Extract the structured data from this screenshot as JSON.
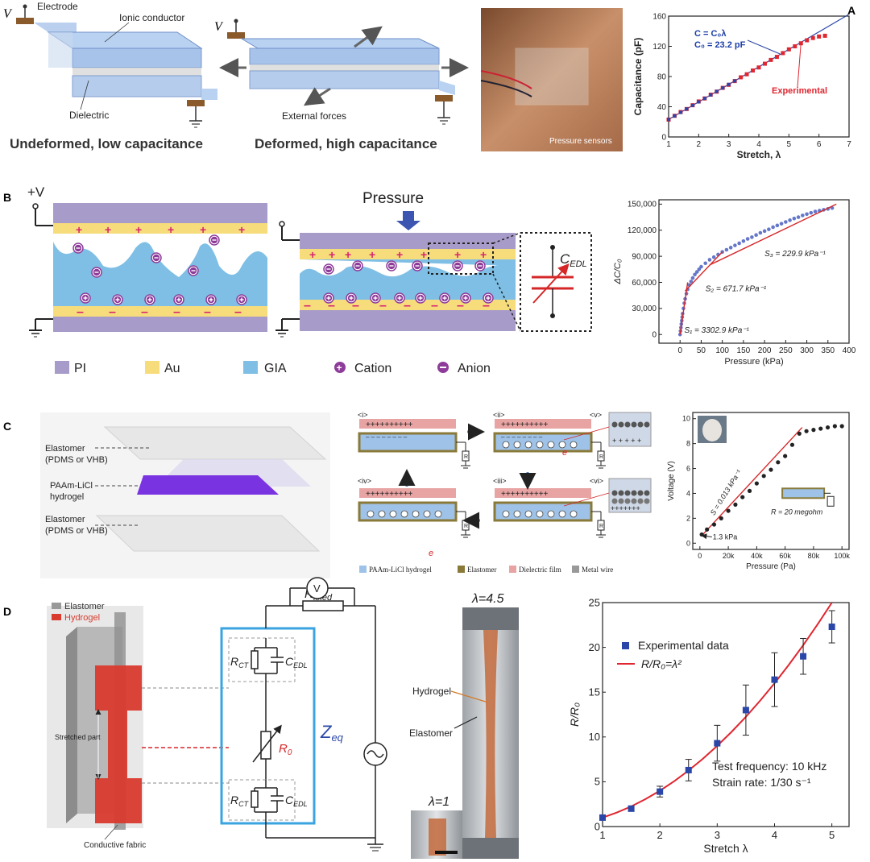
{
  "panels": {
    "A": {
      "letter": "A",
      "electrode_label": "Electrode",
      "ionic_label": "Ionic conductor",
      "dielectric_label": "Dielectric",
      "forces_label": "External forces",
      "v_symbol": "V",
      "caption_undeformed": "Undeformed, low capacitance",
      "caption_deformed": "Deformed, high capacitance",
      "photo_label": "Pressure sensors",
      "formula_line1": "C = C₀λ",
      "formula_line2": "C₀ = 23.2 pF",
      "experimental_label": "Experimental"
    },
    "B": {
      "letter": "B",
      "voltage_label": "+V",
      "pressure_label": "Pressure",
      "cedl_label": "C",
      "cedl_sub": "EDL",
      "legend": [
        "PI",
        "Au",
        "GIA",
        "Cation",
        "Anion"
      ],
      "slope1": "S₁ = 3302.9 kPa⁻¹",
      "slope2": "S₂ = 671.7 kPa⁻¹",
      "slope3": "S₃ = 229.9 kPa⁻¹"
    },
    "C": {
      "letter": "C",
      "layer_top": [
        "Elastomer",
        "(PDMS or VHB)"
      ],
      "layer_mid": [
        "PAAm-LiCl",
        "hydrogel"
      ],
      "layer_bot": [
        "Elastomer",
        "(PDMS or VHB)"
      ],
      "steps": [
        "<i>",
        "<ii>",
        "<iii>",
        "<iv>",
        "<v>",
        "<vi>"
      ],
      "e_label": "e",
      "legend": [
        "PAAm-LiCl hydrogel",
        "Elastomer",
        "Dielectric film",
        "Metal wire"
      ],
      "slope_label": "S = 0.013 kPa⁻¹",
      "knee_label": "1.3 kPa",
      "resistor_label": "R = 20 megohm",
      "r_symbol": "R"
    },
    "D": {
      "letter": "D",
      "legend_elastomer": "Elastomer",
      "legend_hydrogel": "Hydrogel",
      "stretched_label": "Stretched part",
      "fabric_label": "Conductive fabric",
      "v_symbol": "V",
      "r_fixed_main": "R",
      "r_fixed_sub": "fixed",
      "rct_main": "R",
      "rct_sub": "CT",
      "cedl_main": "C",
      "cedl_sub": "EDL",
      "r0_main": "R",
      "r0_sub": "0",
      "zeq_main": "Z",
      "zeq_sub": "eq",
      "photo_lambda1": "λ=1",
      "photo_lambda45": "λ=4.5",
      "photo_hydrogel": "Hydrogel",
      "photo_elastomer": "Elastomer",
      "legend_exp": "Experimental data",
      "legend_fit": "R/R₀=λ²",
      "test_line1": "Test frequency: 10 kHz",
      "test_line2": "Strain rate: 1/30 s⁻¹"
    }
  },
  "colors": {
    "pi": "#a79bc9",
    "au": "#f7dc7c",
    "gia": "#7fbfe5",
    "ion": "#8e3c9a",
    "red": "#d62728",
    "blue_marker": "#2a46a8",
    "purple_gel": "#7a33e0",
    "hydrogel_red": "#d93b2e",
    "cyan_box": "#3aa3e0"
  },
  "chart_data": [
    {
      "id": "A",
      "type": "scatter",
      "title": "",
      "xlabel": "Stretch, λ",
      "ylabel": "Capacitance (pF)",
      "xlim": [
        1,
        7
      ],
      "ylim": [
        0,
        160
      ],
      "xticks": [
        1,
        2,
        3,
        4,
        5,
        6,
        7
      ],
      "yticks": [
        0,
        40,
        80,
        120,
        160
      ],
      "series": [
        {
          "name": "Experimental",
          "x": [
            1.0,
            1.2,
            1.4,
            1.6,
            1.8,
            2.0,
            2.2,
            2.4,
            2.6,
            2.8,
            3.0,
            3.2,
            3.4,
            3.6,
            3.8,
            4.0,
            4.2,
            4.4,
            4.6,
            4.8,
            5.0,
            5.2,
            5.4,
            5.6,
            5.8,
            6.0,
            6.2
          ],
          "y": [
            23,
            28,
            33,
            37,
            42,
            47,
            51,
            56,
            60,
            65,
            69,
            74,
            79,
            83,
            88,
            92,
            97,
            102,
            106,
            111,
            116,
            120,
            124,
            128,
            131,
            133,
            134
          ]
        },
        {
          "name": "C = C₀λ",
          "x": [
            1,
            7
          ],
          "y": [
            23.2,
            162.4
          ]
        }
      ]
    },
    {
      "id": "B",
      "type": "scatter",
      "title": "",
      "xlabel": "Pressure (kPa)",
      "ylabel": "ΔC/C₀",
      "xlim": [
        -50,
        400
      ],
      "ylim": [
        -10000,
        155000
      ],
      "xticks": [
        0,
        50,
        100,
        150,
        200,
        250,
        300,
        350,
        400
      ],
      "yticks": [
        0,
        30000,
        60000,
        90000,
        120000,
        150000
      ],
      "ytick_labels": [
        "0",
        "30,000",
        "60,000",
        "90,000",
        "120,000",
        "150,000"
      ],
      "series": [
        {
          "name": "data",
          "x": [
            0,
            1,
            2,
            3,
            4,
            5,
            6,
            8,
            10,
            12,
            15,
            18,
            22,
            26,
            30,
            35,
            40,
            45,
            50,
            60,
            70,
            80,
            90,
            100,
            110,
            120,
            130,
            140,
            150,
            160,
            170,
            180,
            190,
            200,
            210,
            220,
            230,
            240,
            250,
            260,
            270,
            280,
            290,
            300,
            310,
            320,
            330,
            340,
            350,
            360
          ],
          "y": [
            0,
            4000,
            8000,
            12000,
            16000,
            20000,
            24000,
            30000,
            36000,
            41000,
            47000,
            52000,
            57000,
            61000,
            65000,
            69000,
            72000,
            75000,
            78000,
            82000,
            86000,
            89000,
            92000,
            95000,
            97500,
            100000,
            102500,
            105000,
            107500,
            110000,
            112000,
            114500,
            117000,
            119000,
            121000,
            123500,
            125500,
            127500,
            129500,
            131500,
            133500,
            135000,
            137000,
            138500,
            140000,
            141500,
            142500,
            143500,
            144500,
            145500
          ]
        },
        {
          "name": "S₁",
          "x": [
            0,
            18
          ],
          "y": [
            0,
            60000
          ]
        },
        {
          "name": "S₂",
          "x": [
            12,
            100
          ],
          "y": [
            50000,
            95000
          ]
        },
        {
          "name": "S₃",
          "x": [
            70,
            370
          ],
          "y": [
            80000,
            150000
          ]
        }
      ]
    },
    {
      "id": "C",
      "type": "scatter",
      "title": "",
      "xlabel": "Pressure (Pa)",
      "ylabel": "Voltage (V)",
      "xlim": [
        -5000,
        105000
      ],
      "ylim": [
        -0.5,
        10.5
      ],
      "xticks": [
        0,
        20000,
        40000,
        60000,
        80000,
        100000
      ],
      "xtick_labels": [
        "0",
        "20k",
        "40k",
        "60k",
        "80k",
        "100k"
      ],
      "yticks": [
        0,
        2,
        4,
        6,
        8,
        10
      ],
      "series": [
        {
          "name": "data",
          "x": [
            1300,
            5000,
            10000,
            15000,
            20000,
            25000,
            30000,
            35000,
            40000,
            45000,
            50000,
            55000,
            60000,
            65000,
            70000,
            75000,
            80000,
            85000,
            90000,
            95000,
            100000
          ],
          "y": [
            0.7,
            1.1,
            1.5,
            2.0,
            2.6,
            3.1,
            3.7,
            4.2,
            4.8,
            5.4,
            5.9,
            6.5,
            7.0,
            7.9,
            8.8,
            9.0,
            9.1,
            9.2,
            9.3,
            9.4,
            9.4
          ]
        },
        {
          "name": "S = 0.013 kPa⁻¹",
          "x": [
            1300,
            72000
          ],
          "y": [
            0.6,
            9.3
          ]
        }
      ]
    },
    {
      "id": "D",
      "type": "scatter",
      "title": "",
      "xlabel": "Stretch λ",
      "ylabel": "R/R₀",
      "xlim": [
        1,
        5.3
      ],
      "ylim": [
        0,
        25
      ],
      "xticks": [
        1,
        2,
        3,
        4,
        5
      ],
      "yticks": [
        0,
        5,
        10,
        15,
        20,
        25
      ],
      "series": [
        {
          "name": "Experimental data",
          "x": [
            1,
            1.5,
            2,
            2.5,
            3,
            3.5,
            4,
            4.5,
            5
          ],
          "y": [
            1.0,
            2.0,
            3.9,
            6.3,
            9.3,
            13.0,
            16.4,
            19.0,
            22.3
          ],
          "err": [
            0.1,
            0.3,
            0.6,
            1.2,
            2.0,
            2.8,
            3.0,
            2.0,
            1.8
          ]
        },
        {
          "name": "R/R₀=λ²",
          "x": [
            1,
            1.25,
            1.5,
            1.75,
            2,
            2.25,
            2.5,
            2.75,
            3,
            3.25,
            3.5,
            3.75,
            4,
            4.25,
            4.5,
            4.75,
            5
          ],
          "y": [
            1,
            1.5625,
            2.25,
            3.0625,
            4,
            5.0625,
            6.25,
            7.5625,
            9,
            10.5625,
            12.25,
            14.0625,
            16,
            18.0625,
            20.25,
            22.5625,
            25
          ]
        }
      ]
    }
  ]
}
